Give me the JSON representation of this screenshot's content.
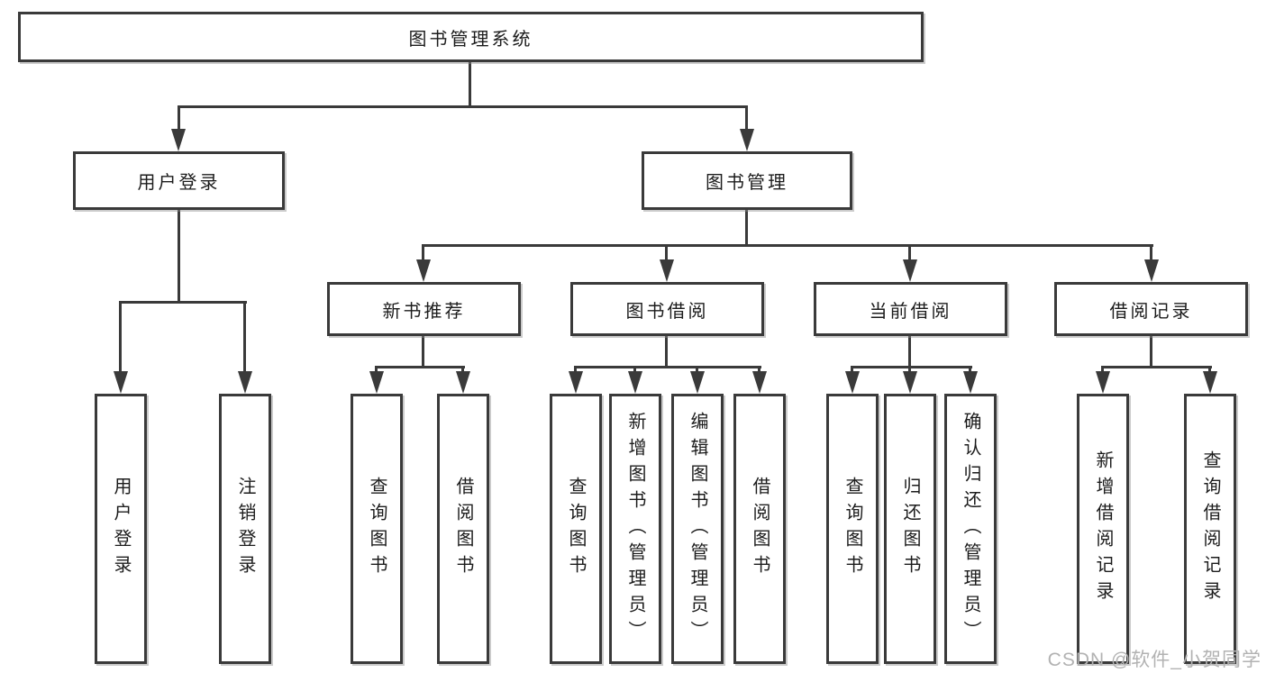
{
  "diagram_type": "functional-structure-tree",
  "tree": {
    "label": "图书管理系统",
    "children": [
      {
        "label": "用户登录",
        "children": [
          {
            "label": "用户登录"
          },
          {
            "label": "注销登录"
          }
        ]
      },
      {
        "label": "图书管理",
        "children": [
          {
            "label": "新书推荐",
            "children": [
              {
                "label": "查询图书"
              },
              {
                "label": "借阅图书"
              }
            ]
          },
          {
            "label": "图书借阅",
            "children": [
              {
                "label": "查询图书"
              },
              {
                "label": "新增图书（管理员）"
              },
              {
                "label": "编辑图书（管理员）"
              },
              {
                "label": "借阅图书"
              }
            ]
          },
          {
            "label": "当前借阅",
            "children": [
              {
                "label": "查询图书"
              },
              {
                "label": "归还图书"
              },
              {
                "label": "确认归还（管理员）"
              }
            ]
          },
          {
            "label": "借阅记录",
            "children": [
              {
                "label": "新增借阅记录"
              },
              {
                "label": "查询借阅记录"
              }
            ]
          }
        ]
      }
    ]
  },
  "watermark": {
    "text": "CSDN @软件_小贺同学"
  },
  "colors": {
    "line": "#3a3a3a",
    "text": "#1c1c1c",
    "background": "#ffffff",
    "watermark": "#b2b2b2"
  }
}
